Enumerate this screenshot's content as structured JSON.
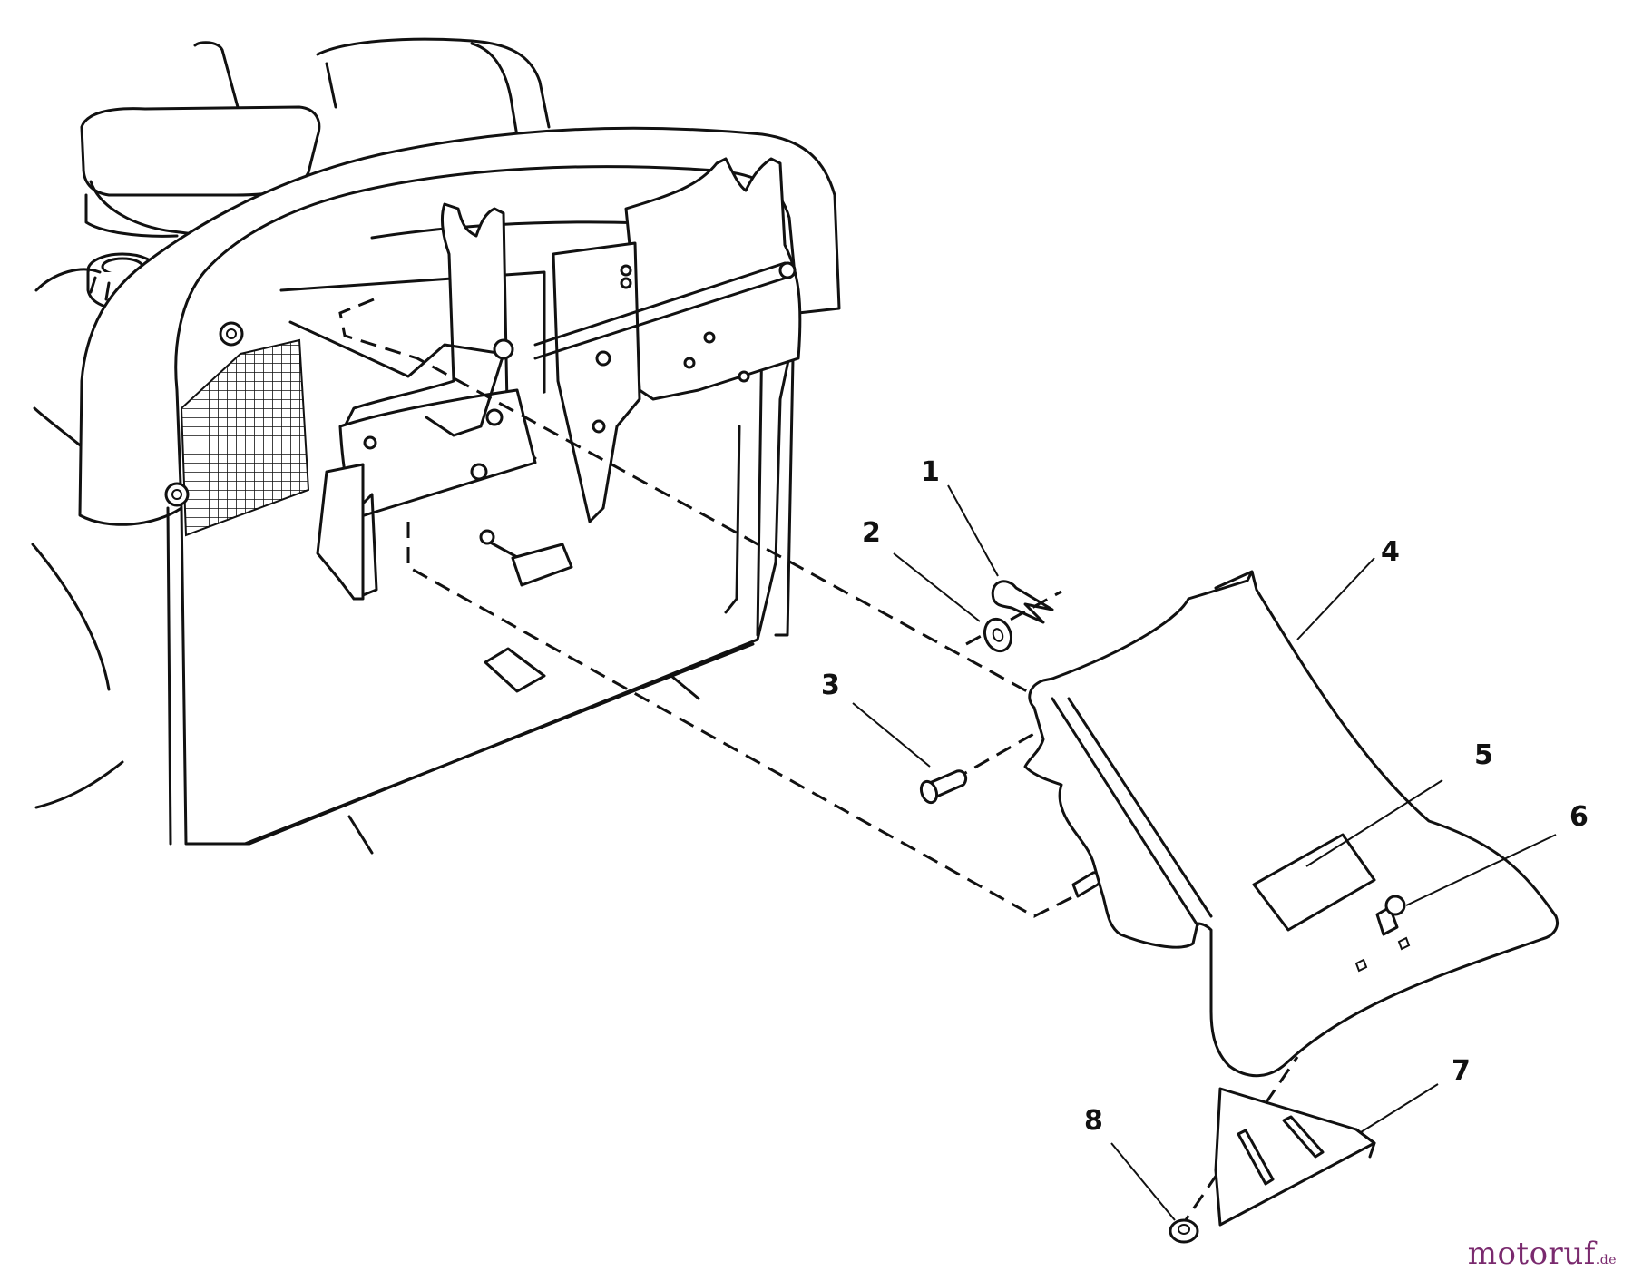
{
  "diagram": {
    "callouts": [
      {
        "id": "1",
        "label": "1"
      },
      {
        "id": "2",
        "label": "2"
      },
      {
        "id": "3",
        "label": "3"
      },
      {
        "id": "4",
        "label": "4"
      },
      {
        "id": "5",
        "label": "5"
      },
      {
        "id": "6",
        "label": "6"
      },
      {
        "id": "7",
        "label": "7"
      },
      {
        "id": "8",
        "label": "8"
      }
    ]
  },
  "watermark": {
    "brand": "motoruf",
    "suffix": ".de"
  },
  "colors": {
    "line": "#111111",
    "watermark": "#7a2a6e",
    "background": "#ffffff"
  }
}
